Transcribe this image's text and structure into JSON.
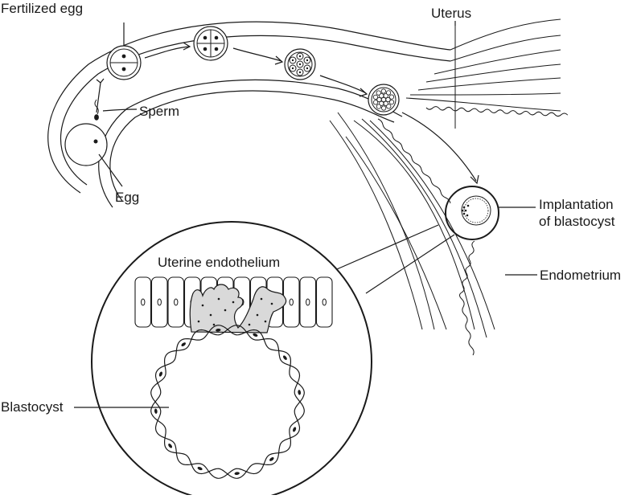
{
  "labels": {
    "fertilized_egg": "Fertilized egg",
    "uterus": "Uterus",
    "sperm": "Sperm",
    "egg": "Egg",
    "implantation_line1": "Implantation",
    "implantation_line2": "of blastocyst",
    "endometrium": "Endometrium",
    "uterine_endothelium": "Uterine endothelium",
    "blastocyst": "Blastocyst"
  },
  "colors": {
    "line": "#1a1a1a",
    "background": "#ffffff",
    "trophoblast_fill": "#d9d9d9",
    "cell_fill": "#ffffff"
  }
}
